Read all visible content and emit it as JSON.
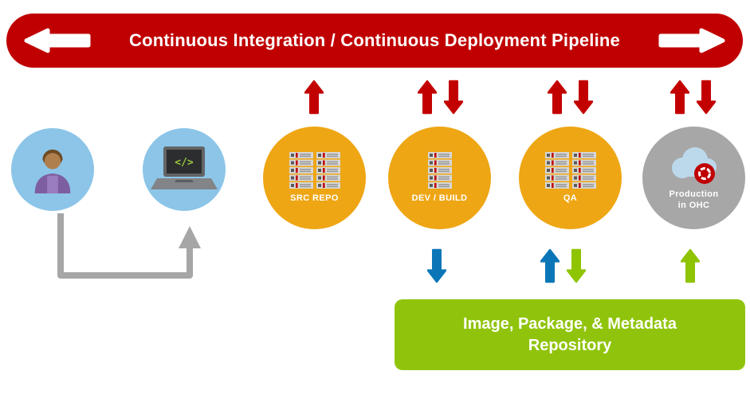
{
  "banner": {
    "title": "Continuous Integration / Continuous Deployment Pipeline"
  },
  "nodes": {
    "src_repo": {
      "label": "SRC REPO"
    },
    "dev_build": {
      "label": "DEV / BUILD"
    },
    "qa": {
      "label": "QA"
    },
    "production": {
      "label_line1": "Production",
      "label_line2": "in OHC"
    }
  },
  "workstation": {
    "code_glyph": "</>"
  },
  "repository": {
    "line1": "Image, Package, & Metadata",
    "line2": "Repository"
  },
  "colors": {
    "pipeline_red": "#c00000",
    "arrow_red": "#c30000",
    "node_gold": "#eea614",
    "node_blue": "#8cc5e8",
    "node_gray": "#a7a7a7",
    "repo_green": "#90c40c",
    "arrow_blue": "#0a76b8",
    "arrow_green": "#8fc400"
  }
}
